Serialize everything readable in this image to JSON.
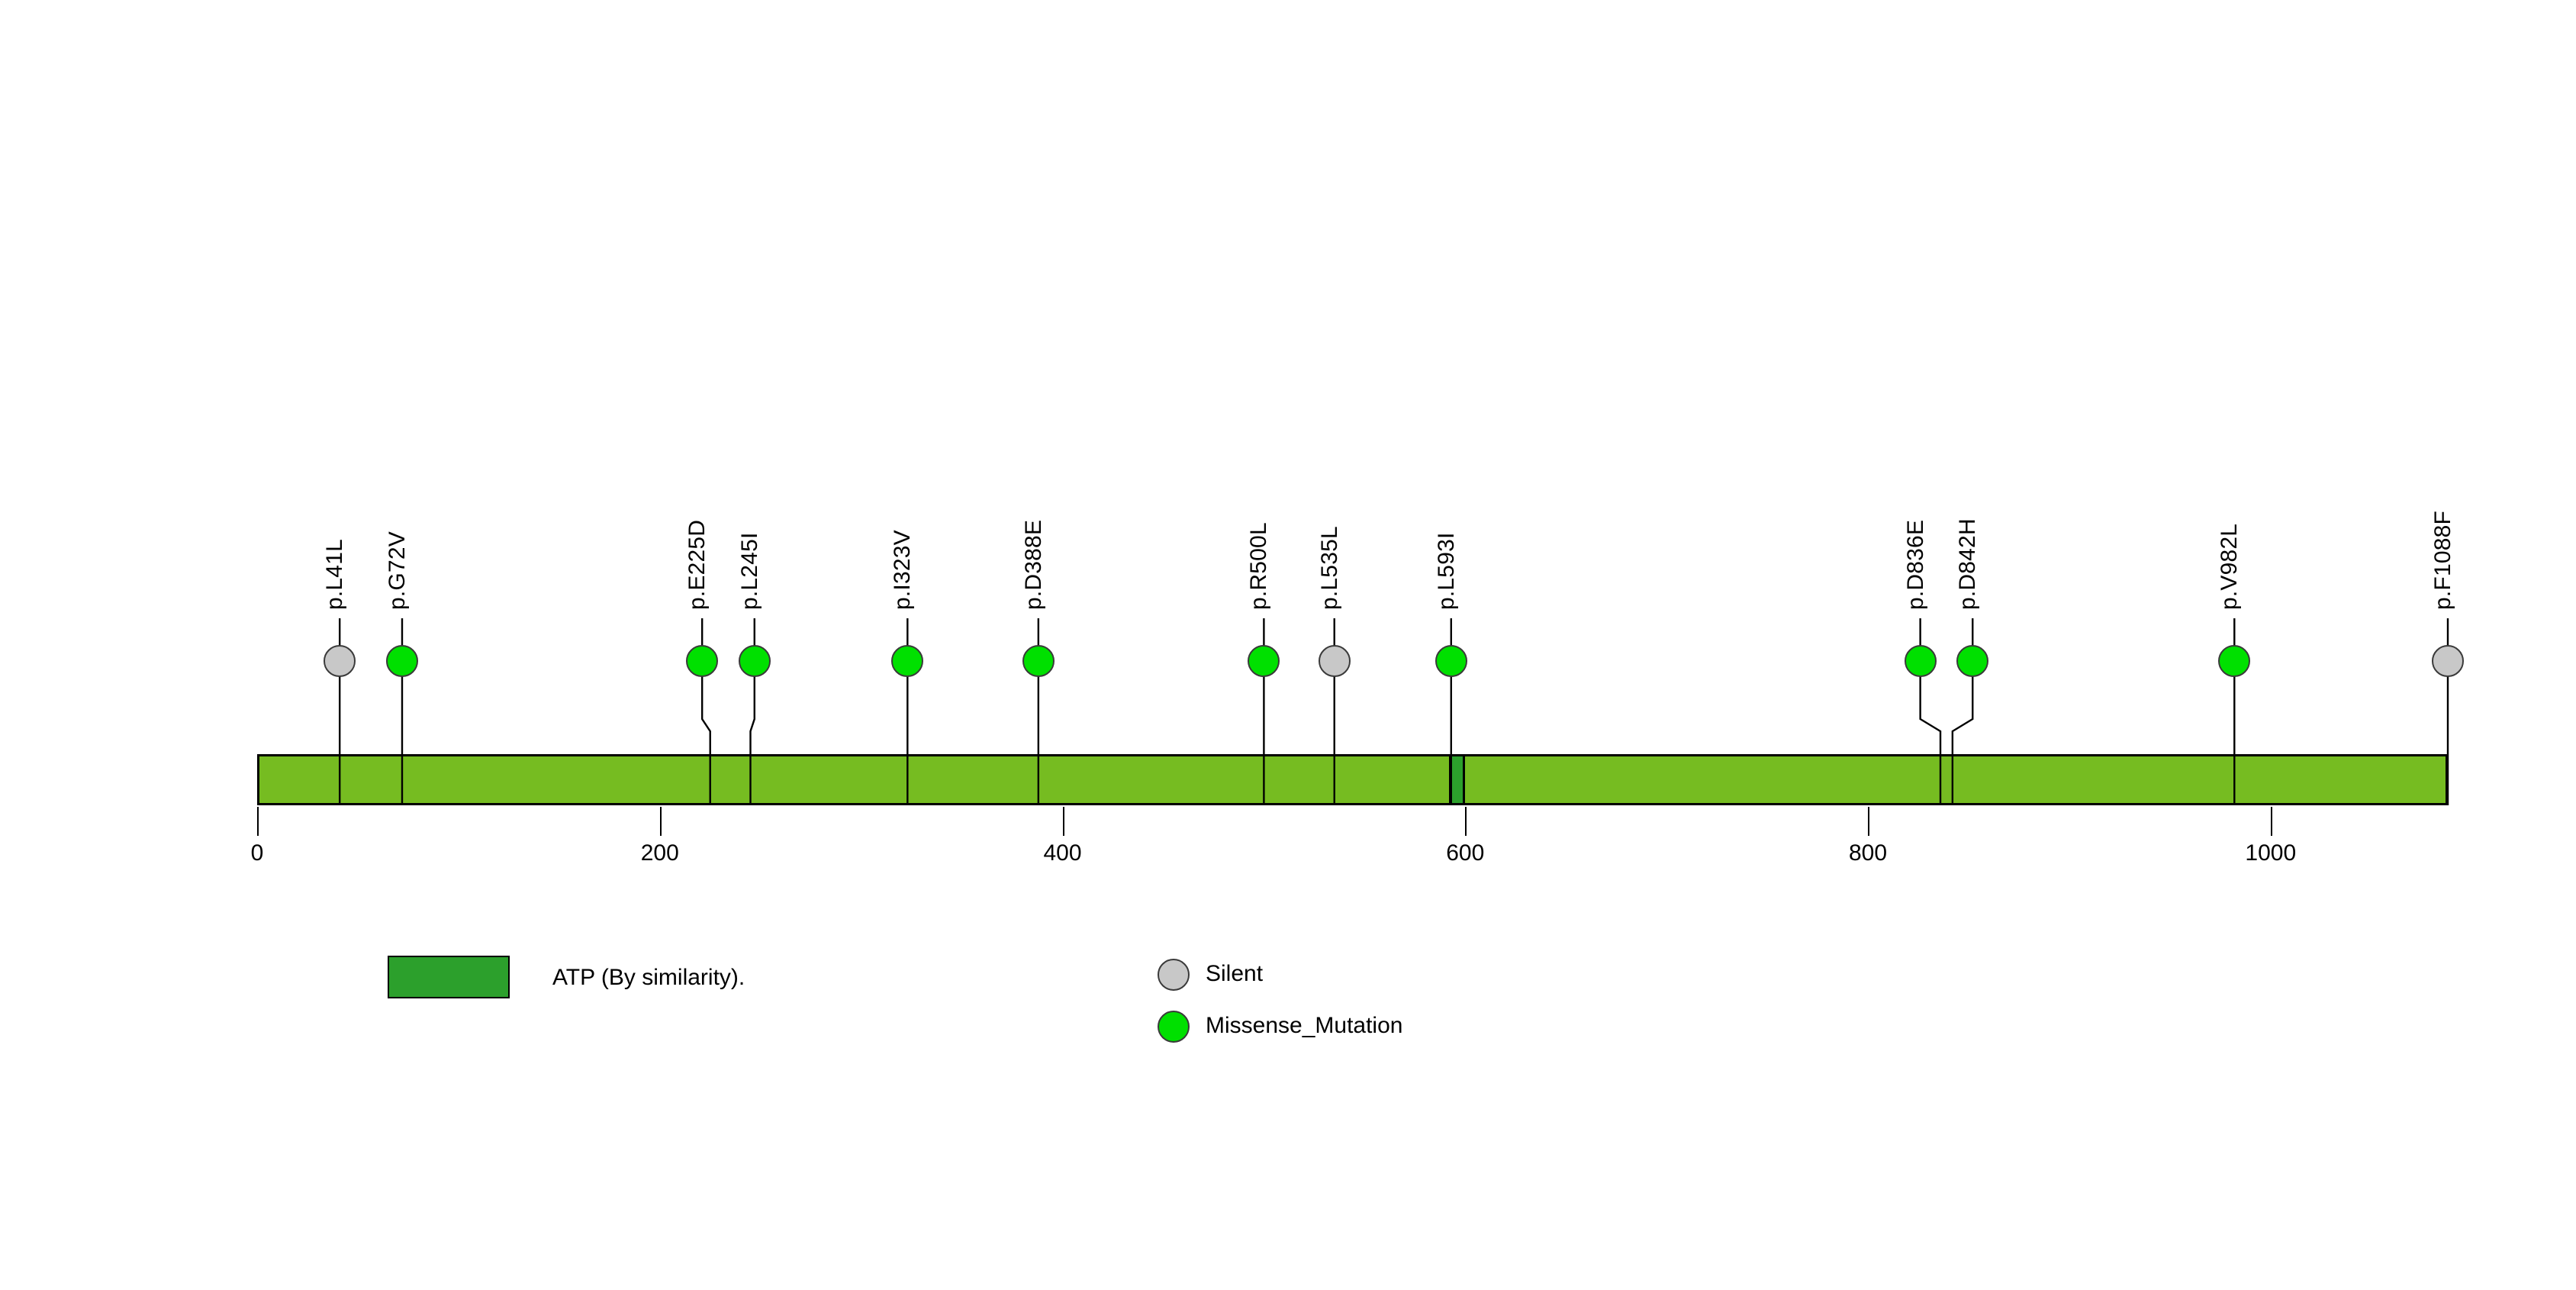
{
  "chart_data": {
    "type": "lollipop",
    "title": "",
    "xlabel": "",
    "ylabel": "",
    "xlim": [
      0,
      1088
    ],
    "grid": false,
    "axis": {
      "ticks": [
        {
          "value": 0,
          "label": "0"
        },
        {
          "value": 200,
          "label": "200"
        },
        {
          "value": 400,
          "label": "400"
        },
        {
          "value": 600,
          "label": "600"
        },
        {
          "value": 800,
          "label": "800"
        },
        {
          "value": 1000,
          "label": "1000"
        }
      ]
    },
    "protein": {
      "length": 1088,
      "color": "#76BC21",
      "border_color": "#000000"
    },
    "domains": [
      {
        "name": "ATP (By similarity).",
        "start": 592,
        "end": 600,
        "color": "#2CA02C"
      }
    ],
    "mutations": [
      {
        "label": "p.L41L",
        "position": 41,
        "type": "Silent",
        "color": "#C8C8C8",
        "head_position": 41
      },
      {
        "label": "p.G72V",
        "position": 72,
        "type": "Missense_Mutation",
        "color": "#00E000",
        "head_position": 72
      },
      {
        "label": "p.E225D",
        "position": 225,
        "type": "Missense_Mutation",
        "color": "#00E000",
        "head_position": 221
      },
      {
        "label": "p.L245I",
        "position": 245,
        "type": "Missense_Mutation",
        "color": "#00E000",
        "head_position": 247
      },
      {
        "label": "p.I323V",
        "position": 323,
        "type": "Missense_Mutation",
        "color": "#00E000",
        "head_position": 323
      },
      {
        "label": "p.D388E",
        "position": 388,
        "type": "Missense_Mutation",
        "color": "#00E000",
        "head_position": 388
      },
      {
        "label": "p.R500L",
        "position": 500,
        "type": "Missense_Mutation",
        "color": "#00E000",
        "head_position": 500
      },
      {
        "label": "p.L535L",
        "position": 535,
        "type": "Silent",
        "color": "#C8C8C8",
        "head_position": 535
      },
      {
        "label": "p.L593I",
        "position": 593,
        "type": "Missense_Mutation",
        "color": "#00E000",
        "head_position": 593
      },
      {
        "label": "p.D836E",
        "position": 836,
        "type": "Missense_Mutation",
        "color": "#00E000",
        "head_position": 826
      },
      {
        "label": "p.D842H",
        "position": 842,
        "type": "Missense_Mutation",
        "color": "#00E000",
        "head_position": 852
      },
      {
        "label": "p.V982L",
        "position": 982,
        "type": "Missense_Mutation",
        "color": "#00E000",
        "head_position": 982
      },
      {
        "label": "p.F1088F",
        "position": 1088,
        "type": "Silent",
        "color": "#C8C8C8",
        "head_position": 1088
      }
    ],
    "legend": {
      "domain_entries": [
        {
          "label": "ATP (By similarity).",
          "color": "#2CA02C"
        }
      ],
      "mutation_entries": [
        {
          "label": "Silent",
          "color": "#C8C8C8"
        },
        {
          "label": "Missense_Mutation",
          "color": "#00E000"
        }
      ],
      "position": "bottom"
    }
  }
}
